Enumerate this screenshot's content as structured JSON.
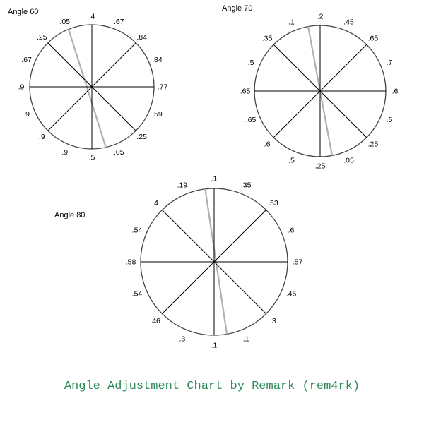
{
  "dials": [
    {
      "title": "Angle 60",
      "labels": [
        ".4",
        ".67",
        ".84",
        ".84",
        ".77",
        ".59",
        ".25",
        ".05",
        ".5",
        ".9",
        ".9",
        ".9",
        ".9",
        ".67",
        ".25",
        ".05"
      ],
      "highlight_mark": ".05"
    },
    {
      "title": "Angle 70",
      "labels": [
        ".2",
        ".45",
        ".65",
        ".7",
        ".6",
        ".5",
        ".25",
        ".05",
        ".25",
        ".5",
        ".6",
        ".65",
        ".65",
        ".5",
        ".35",
        ".1"
      ],
      "highlight_mark": ".1"
    },
    {
      "title": "Angle 80",
      "labels": [
        ".1",
        ".35",
        ".53",
        ".6",
        ".57",
        ".45",
        ".3",
        ".1",
        ".1",
        ".3",
        ".46",
        ".54",
        ".58",
        ".54",
        ".4",
        ".19"
      ],
      "highlight_mark": ".19"
    }
  ],
  "footer": {
    "credit": "Angle Adjustment Chart by Remark (rem4rk)"
  },
  "colors": {
    "circle": "#444444",
    "spoke": "#000000",
    "highlight_spoke": "#b0b0b0",
    "label": "#000000",
    "credit": "#2e8b57"
  }
}
